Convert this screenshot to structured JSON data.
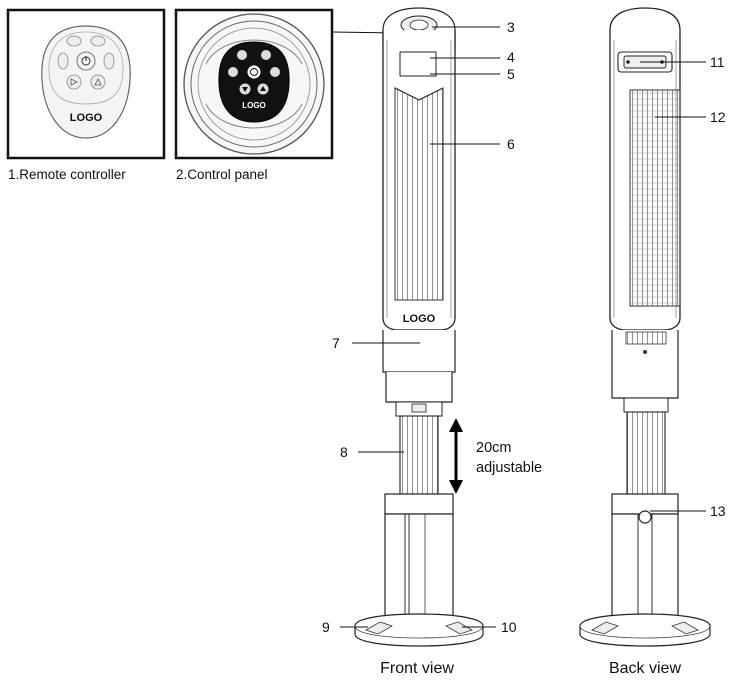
{
  "insets": {
    "remote_caption": "1.Remote controller",
    "panel_caption": "2.Control panel",
    "remote_logo": "LOGO",
    "panel_logo": "LOGO"
  },
  "front": {
    "logo": "LOGO",
    "adjust_height": "20cm",
    "adjust_word": "adjustable",
    "view_label": "Front view"
  },
  "back": {
    "view_label": "Back view"
  },
  "callouts": [
    "3",
    "4",
    "5",
    "6",
    "7",
    "8",
    "9",
    "10",
    "11",
    "12",
    "13"
  ]
}
